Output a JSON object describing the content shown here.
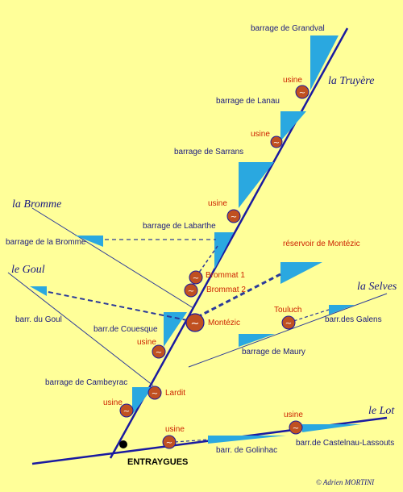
{
  "rivers": {
    "truyere": "la Truyère",
    "bromme": "la Bromme",
    "goul": "le Goul",
    "selves": "la Selves",
    "lot": "le Lot"
  },
  "dams": {
    "grandval": "barrage de Grandval",
    "lanau": "barrage de Lanau",
    "sarrans": "barrage de Sarrans",
    "labarthe": "barrage de Labarthe",
    "bromme": "barrage de la Bromme",
    "couesque": "barr.de Couesque",
    "goul": "barr. du Goul",
    "maury": "barrage de Maury",
    "cambeyrac": "barrage de Cambeyrac",
    "galens": "barr.des Galens",
    "golinhac": "barr. de Golinhac",
    "castelnau": "barr.de Castelnau-Lassouts"
  },
  "reservoir": "réservoir de Montézic",
  "plants": {
    "usine": "usine",
    "brommat1": "Brommat 1",
    "brommat2": "Brommat 2",
    "montezic": "Montézic",
    "touluch": "Touluch",
    "lardit": "Lardit"
  },
  "town": "ENTRAYGUES",
  "credit": "© Adrien MORTINI",
  "colors": {
    "background": "#ffff99",
    "river": "#1a1aa0",
    "reservoir": "#2aa8e0",
    "plant": "#c05020",
    "label": "#1a1a80",
    "plant_label": "#cc2200"
  }
}
